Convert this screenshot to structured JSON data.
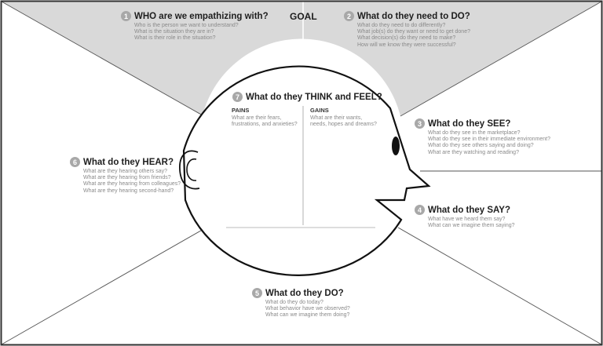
{
  "canvas": {
    "background": "#ffffff",
    "goal_area_color": "#d9d9d9",
    "line_color": "#555555",
    "head_stroke_color": "#111111",
    "badge_color": "#a8a8a8"
  },
  "goal_label": "GOAL",
  "sections": {
    "who": {
      "number": "1",
      "title": "WHO are we empathizing with?",
      "questions": [
        "Who is the person we want to understand?",
        "What is the situation they are in?",
        "What is their role in the situation?"
      ]
    },
    "do_need": {
      "number": "2",
      "title": "What do they need to DO?",
      "questions": [
        "What do they need to do differently?",
        "What job(s) do they want or need to get done?",
        "What decision(s) do they need to make?",
        "How will we know they were successful?"
      ]
    },
    "see": {
      "number": "3",
      "title": "What do they SEE?",
      "questions": [
        "What do they see in the marketplace?",
        "What do they see in their immediate environment?",
        "What do they see others saying and doing?",
        "What are they watching and reading?"
      ]
    },
    "say": {
      "number": "4",
      "title": "What do they SAY?",
      "questions": [
        "What have we heard them say?",
        "What can we imagine them saying?"
      ]
    },
    "do": {
      "number": "5",
      "title": "What do they DO?",
      "questions": [
        "What do they do today?",
        "What behavior have we observed?",
        "What can we imagine them doing?"
      ]
    },
    "hear": {
      "number": "6",
      "title": "What do they HEAR?",
      "questions": [
        "What are they hearing others say?",
        "What are they hearing from friends?",
        "What are they hearing from colleagues?",
        "What are they hearing second-hand?"
      ]
    },
    "think_feel": {
      "number": "7",
      "title": "What do they THINK and FEEL?",
      "pains": {
        "label": "PAINS",
        "questions": [
          "What are their fears,",
          "frustrations, and anxieties?"
        ]
      },
      "gains": {
        "label": "GAINS",
        "questions": [
          "What are their wants,",
          "needs, hopes and dreams?"
        ]
      }
    }
  }
}
